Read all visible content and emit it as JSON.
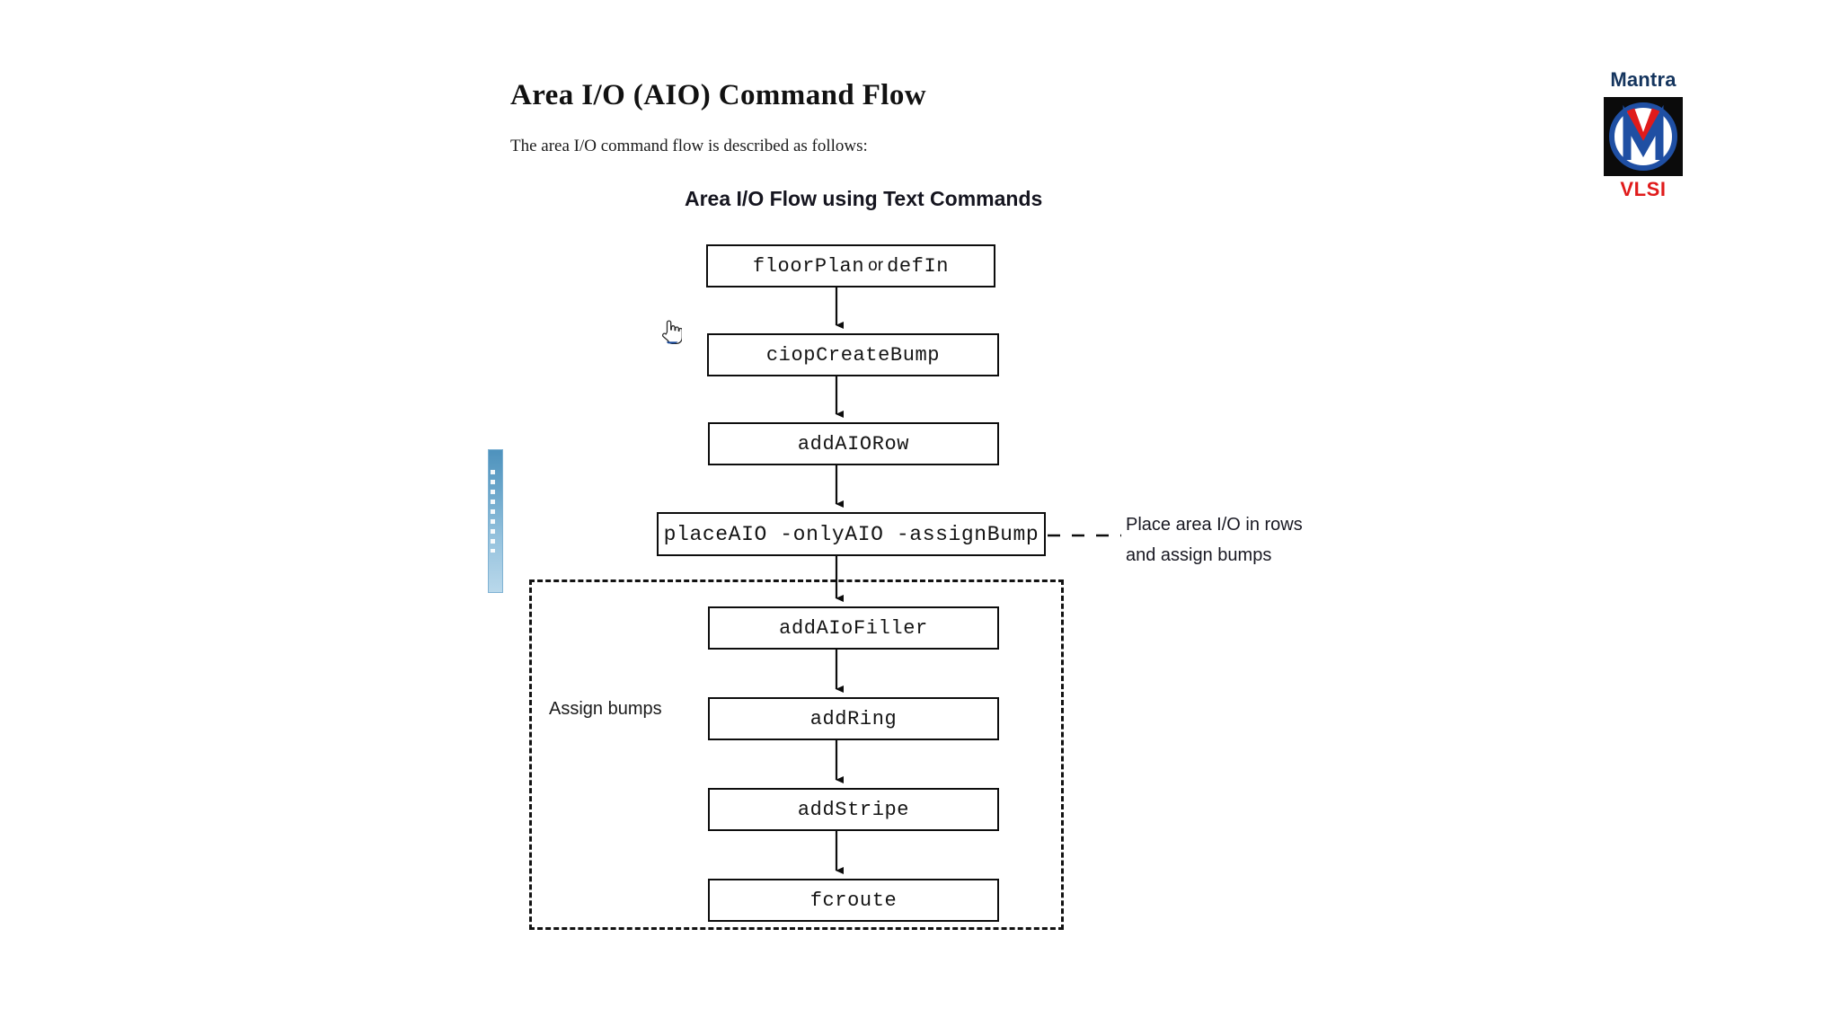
{
  "document": {
    "title": "Area I/O (AIO) Command Flow",
    "intro": "The area I/O command flow is described as follows:",
    "diagram_title": "Area I/O Flow using Text Commands"
  },
  "flow": {
    "boxes": [
      {
        "id": "floorplan",
        "label": "floorPlan",
        "suffix_keyword": "or",
        "label2": "defIn"
      },
      {
        "id": "ciopcreate",
        "label": "ciopCreateBump"
      },
      {
        "id": "addaiorow",
        "label": "addAIORow"
      },
      {
        "id": "placeaio",
        "label": "placeAIO -onlyAIO -assignBump"
      },
      {
        "id": "addaiofiller",
        "label": "addAIoFiller"
      },
      {
        "id": "addring",
        "label": "addRing"
      },
      {
        "id": "addstripe",
        "label": "addStripe"
      },
      {
        "id": "fcroute",
        "label": "fcroute"
      }
    ],
    "group_label": "Assign bumps",
    "annotation": {
      "line1": "Place area I/O in rows",
      "line2": "and assign bumps"
    }
  },
  "logo": {
    "brand": "Mantra",
    "tagline": "VLSI",
    "letter": "M",
    "accent_letter": "V",
    "colors": {
      "brand_text": "#15355e",
      "tagline_text": "#e01b1b",
      "ring": "#1f4fa3",
      "letter_m": "#1f4fa3",
      "letter_v": "#e01b1b",
      "square": "#0b0b0b"
    }
  },
  "ui": {
    "cursor": "pointing-hand-cursor",
    "scrollbar": "vertical-scroll-thumb",
    "scroll_accent_color": "#4e92bd"
  }
}
